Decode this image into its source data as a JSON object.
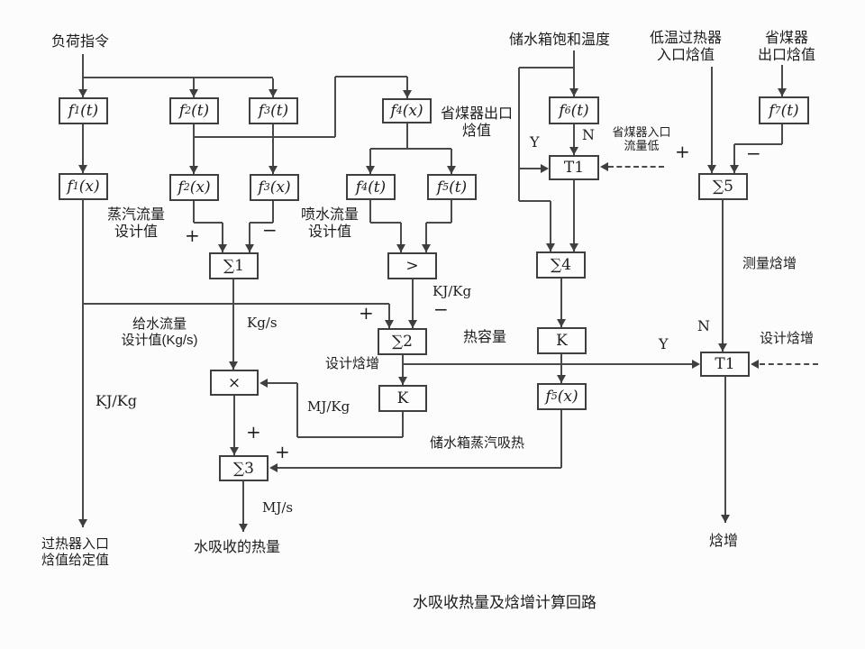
{
  "title": "水吸收热量及焓增计算回路",
  "colors": {
    "line": "#4a4a4a",
    "background": "#fcfcfc",
    "box_border": "#3f3f3f",
    "text": "#1d1d1d"
  },
  "blocks": {
    "f1t": "f1(t)",
    "f2t": "f2(t)",
    "f3t": "f3(t)",
    "f4x": "f4(x)",
    "f6t": "f6(t)",
    "f7t": "f7(t)",
    "f1x": "f1(x)",
    "f2x": "f2(x)",
    "f3x": "f3(x)",
    "f4t": "f4(t)",
    "f5t": "f5(t)",
    "f5x": "f5(x)",
    "sum1": "∑1",
    "sum2": "∑2",
    "sum3": "∑3",
    "sum4": "∑4",
    "sum5": "∑5",
    "gt": ">",
    "k": "K",
    "multiply": "×",
    "t1": "T1"
  },
  "labels": {
    "load_command": "负荷指令",
    "tank_saturation_temp": "储水箱饱和温度",
    "lt_superheater_inlet_enthalpy": "低温过热器\n入口焓值",
    "economizer_outlet_enthalpy_top": "省煤器\n出口焓值",
    "economizer_outlet_enthalpy_mid": "省煤器出口\n焓值",
    "economizer_inlet_flow_low": "省煤器入口\n流量低",
    "steam_flow_design": "蒸汽流量\n设计值",
    "spray_flow_design": "喷水流量\n设计值",
    "feedwater_flow_design": "给水流量\n设计值(Kg/s)",
    "design_enthalpy_rise_left": "设计焓增",
    "design_enthalpy_rise_right": "设计焓增",
    "heat_capacity": "热容量",
    "tank_steam_heat": "储水箱蒸汽吸热",
    "measured_enthalpy_rise": "测量焓增",
    "water_absorbed_heat": "水吸收的热量",
    "superheater_inlet_setpoint": "过热器入口\n焓值给定值",
    "enthalpy_rise": "焓增"
  },
  "units": {
    "kgs": "Kg/s",
    "kjkg": "KJ/Kg",
    "mjkg": "MJ/Kg",
    "mjs": "MJ/s"
  },
  "signs": {
    "plus": "+",
    "minus": "−",
    "yes": "Y",
    "no": "N"
  }
}
